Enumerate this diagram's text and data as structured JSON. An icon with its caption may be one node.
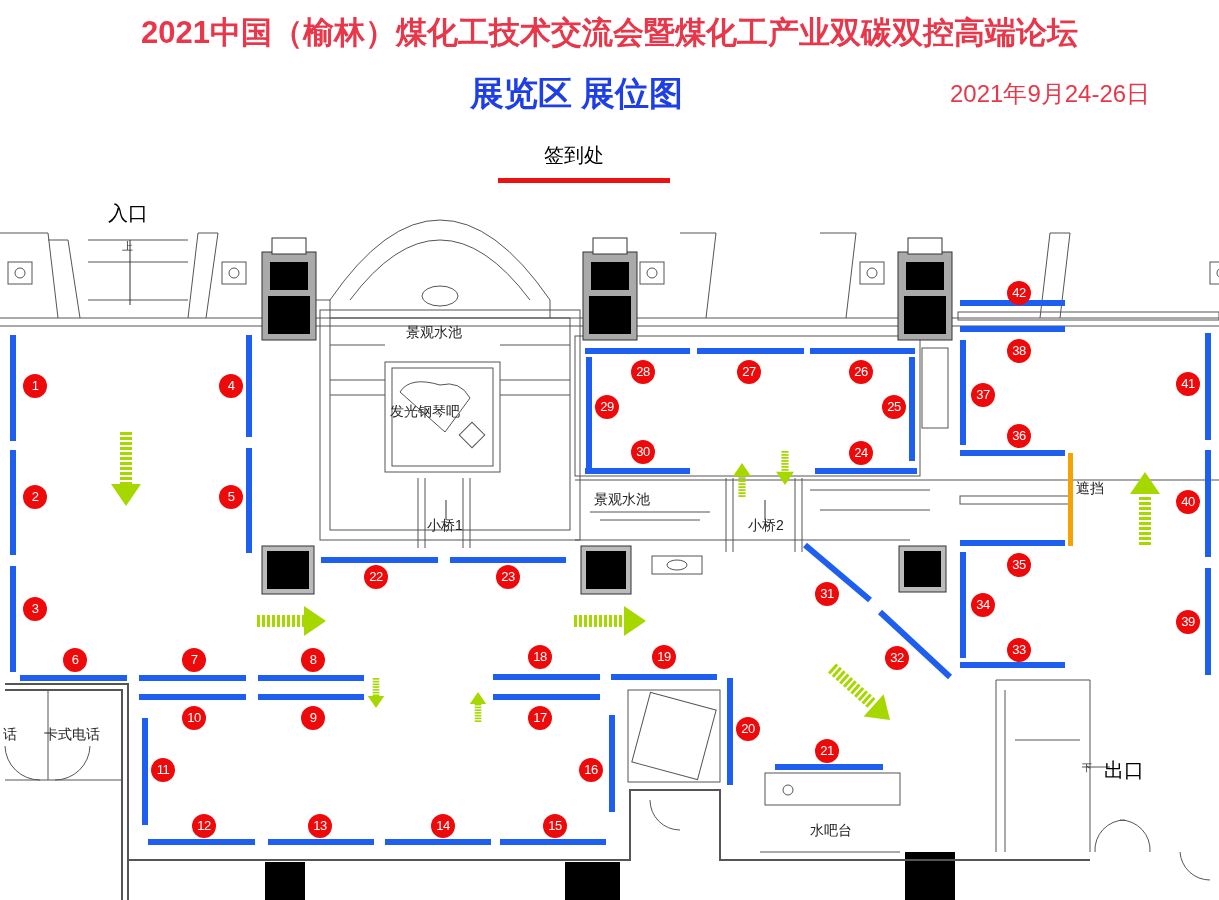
{
  "diagram": {
    "title": "2021中国（榆林）煤化工技术交流会暨煤化工产业双碳双控高端论坛",
    "nodes": [
      {
        "text": [
          "1"
        ]
      },
      {
        "text": [
          "2"
        ]
      },
      {
        "text": [
          "3"
        ]
      },
      {
        "text": [
          "4"
        ]
      },
      {
        "text": [
          "5"
        ]
      },
      {
        "text": [
          "6"
        ]
      },
      {
        "text": [
          "7"
        ]
      },
      {
        "text": [
          "8"
        ]
      },
      {
        "text": [
          "9"
        ]
      },
      {
        "text": [
          "10"
        ]
      },
      {
        "text": [
          "11"
        ]
      },
      {
        "text": [
          "12"
        ]
      },
      {
        "text": [
          "13"
        ]
      },
      {
        "text": [
          "14"
        ]
      },
      {
        "text": [
          "15"
        ]
      },
      {
        "text": [
          "16"
        ]
      },
      {
        "text": [
          "17"
        ]
      },
      {
        "text": [
          "18"
        ]
      },
      {
        "text": [
          "19"
        ]
      },
      {
        "text": [
          "20"
        ]
      },
      {
        "text": [
          "21"
        ]
      },
      {
        "text": [
          "22"
        ]
      },
      {
        "text": [
          "23"
        ]
      },
      {
        "text": [
          "24"
        ]
      },
      {
        "text": [
          "25"
        ]
      },
      {
        "text": [
          "26"
        ]
      },
      {
        "text": [
          "27"
        ]
      },
      {
        "text": [
          "28"
        ]
      },
      {
        "text": [
          "29"
        ]
      },
      {
        "text": [
          "30"
        ]
      },
      {
        "text": [
          "31"
        ]
      },
      {
        "text": [
          "32"
        ]
      },
      {
        "text": [
          "33"
        ]
      },
      {
        "text": [
          "34"
        ]
      },
      {
        "text": [
          "35"
        ]
      },
      {
        "text": [
          "36"
        ]
      },
      {
        "text": [
          "37"
        ]
      },
      {
        "text": [
          "38"
        ]
      },
      {
        "text": [
          "39"
        ]
      },
      {
        "text": [
          "40"
        ]
      },
      {
        "text": [
          "41"
        ]
      },
      {
        "text": [
          "42"
        ]
      }
    ],
    "labels": [
      "展览区 展位图",
      "2021年9月24-26日",
      "签到处",
      "入口",
      "上",
      "景观水池",
      "发光钢琴吧",
      "景观水池",
      "小桥1",
      "小桥2",
      "遮挡",
      "话",
      "卡式电话",
      "水吧台",
      "下",
      "出口"
    ]
  }
}
